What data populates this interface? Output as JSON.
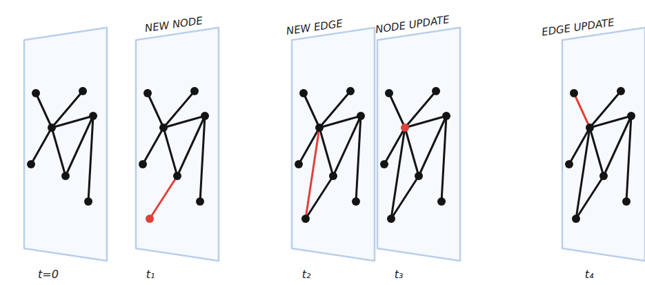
{
  "diagram": {
    "labels": [
      "NEW NODE",
      "NEW EDGE",
      "NODE UPDATE",
      "EDGE UPDATE",
      "t=0",
      "t₁",
      "t₂",
      "t₃",
      "t₄"
    ]
  }
}
